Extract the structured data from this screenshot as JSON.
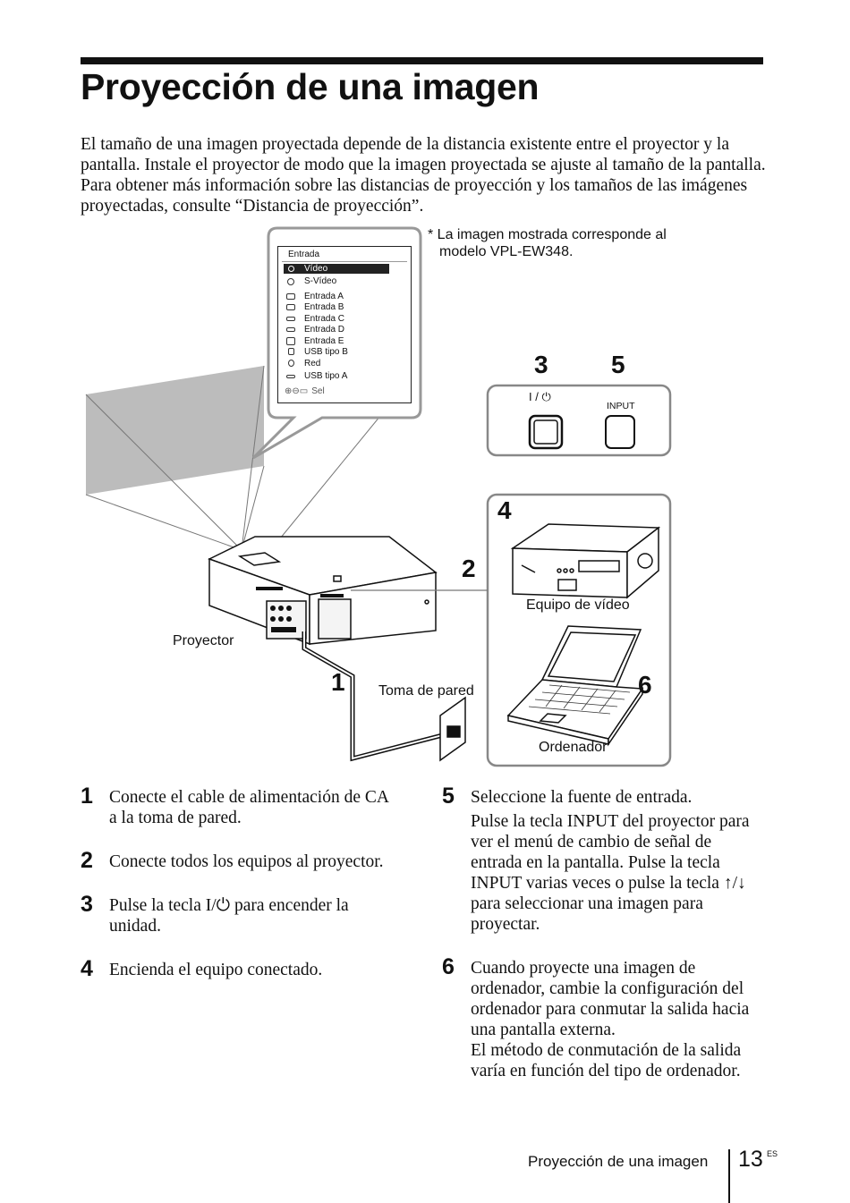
{
  "page": {
    "title": "Proyección de una imagen",
    "intro": "El tamaño de una imagen proyectada depende de la distancia existente entre el proyector y la pantalla. Instale el proyector de modo que la imagen proyectada se ajuste al tamaño de la pantalla. Para obtener más información sobre las distancias de proyección y los tamaños de las imágenes proyectadas, consulte “Distancia de proyección”."
  },
  "figure": {
    "note_line1": "* La imagen mostrada corresponde al",
    "note_line2": "modelo VPL-EW348.",
    "menu": {
      "heading": "Entrada",
      "items": [
        {
          "label": "Vídeo",
          "selected": true,
          "icon": "video-circle-icon"
        },
        {
          "label": "S-Vídeo",
          "selected": false,
          "icon": "s-video-icon"
        },
        {
          "label": "Entrada A",
          "selected": false,
          "icon": "input-a-icon"
        },
        {
          "label": "Entrada B",
          "selected": false,
          "icon": "input-b-icon"
        },
        {
          "label": "Entrada C",
          "selected": false,
          "icon": "input-c-icon"
        },
        {
          "label": "Entrada D",
          "selected": false,
          "icon": "input-d-icon"
        },
        {
          "label": "Entrada E",
          "selected": false,
          "icon": "input-e-icon"
        },
        {
          "label": "USB tipo B",
          "selected": false,
          "icon": "usb-b-icon"
        },
        {
          "label": "Red",
          "selected": false,
          "icon": "network-icon"
        },
        {
          "label": "USB tipo A",
          "selected": false,
          "icon": "usb-a-icon"
        }
      ],
      "footer": "Sel"
    },
    "callouts": {
      "c1": "1",
      "c2": "2",
      "c3": "3",
      "c4": "4",
      "c5": "5",
      "c6": "6"
    },
    "power_key": "I / ⏻",
    "input_key": "INPUT",
    "labels": {
      "projector": "Proyector",
      "wall_outlet": "Toma de pared",
      "video_equipment": "Equipo de vídeo",
      "computer": "Ordenador"
    }
  },
  "steps": [
    {
      "num": "1",
      "text": "Conecte el cable de alimentación de CA a la toma de pared."
    },
    {
      "num": "2",
      "text": "Conecte todos los equipos al proyector."
    },
    {
      "num": "3",
      "text": "Pulse la tecla I/⏻ para encender la unidad."
    },
    {
      "num": "4",
      "text": "Encienda el equipo conectado."
    },
    {
      "num": "5",
      "text": "Seleccione la fuente de entrada.",
      "body": "Pulse la tecla INPUT del proyector para ver el menú de cambio de señal de entrada en la pantalla. Pulse la tecla INPUT varias veces o pulse la tecla ↑/↓ para seleccionar una imagen para proyectar."
    },
    {
      "num": "6",
      "text": "Cuando proyecte una imagen de ordenador, cambie la configuración del ordenador para conmutar la salida hacia una pantalla externa.",
      "body": "El método de conmutación de la salida varía en función del tipo de ordenador."
    }
  ],
  "footer": {
    "section": "Proyección de una imagen",
    "page_number": "13",
    "lang": "ES"
  }
}
